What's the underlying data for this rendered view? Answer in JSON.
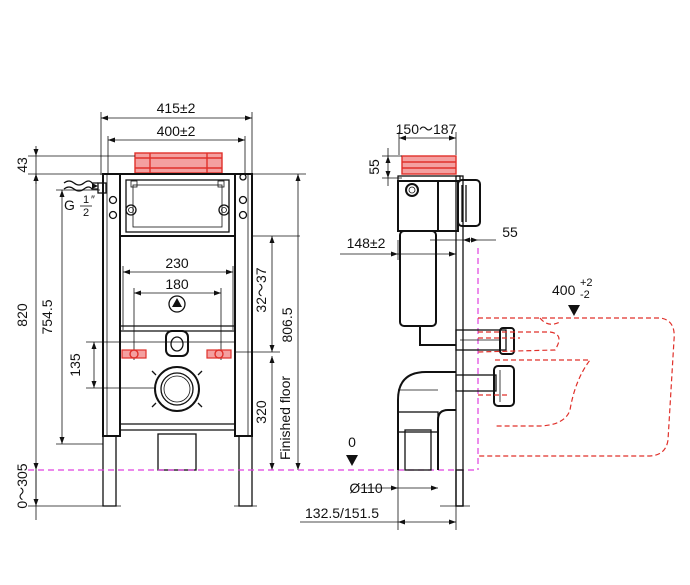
{
  "dimensions": {
    "width_outer": "415±2",
    "width_inner": "400±2",
    "top_offset": "43",
    "inlet": "G",
    "inlet_fraction_num": "1",
    "inlet_fraction_den": "2",
    "inlet_unit": "″",
    "height_total": "820",
    "height_754": "754.5",
    "spacing_230": "230",
    "spacing_180": "180",
    "range_32_37": "32～37",
    "height_806": "806.5",
    "height_135": "135",
    "height_320": "320",
    "finished_floor": "Finished floor",
    "floor_range": "0～305",
    "depth_range": "150～187",
    "depth_55_top": "55",
    "depth_148": "148±2",
    "depth_55_side": "55",
    "bowl_projection": "400",
    "bowl_tol_plus": "+2",
    "bowl_tol_minus": "-2",
    "zero_marker": "0",
    "drain_diameter": "Ø110",
    "drain_offset": "132.5/151.5"
  },
  "colors": {
    "line": "#111111",
    "accent_red": "#e0302a",
    "plate_fill": "#f4a0a0",
    "floor_line": "#e040e0"
  }
}
